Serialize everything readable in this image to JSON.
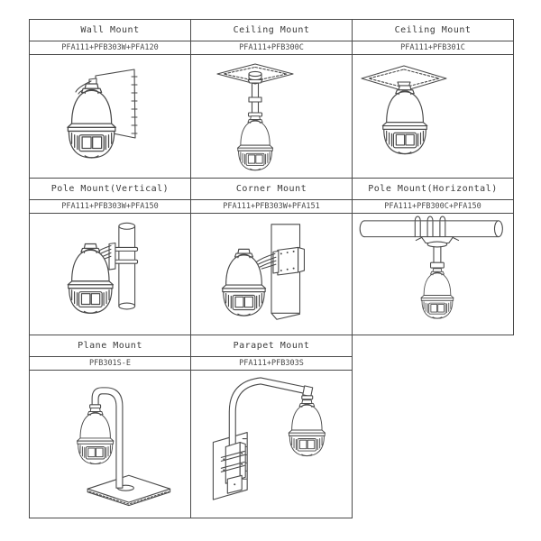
{
  "page": {
    "background": "#ffffff",
    "line_color": "#4a4a4a",
    "text_color": "#3d3d3d"
  },
  "table": {
    "cells": [
      {
        "title": "Wall Mount",
        "part": "PFA111+PFB303W+PFA120",
        "figure": "wall-mount-figure"
      },
      {
        "title": "Ceiling Mount",
        "part": "PFA111+PFB300C",
        "figure": "ceiling-mount-long-figure"
      },
      {
        "title": "Ceiling Mount",
        "part": "PFA111+PFB301C",
        "figure": "ceiling-mount-short-figure"
      },
      {
        "title": "Pole Mount(Vertical)",
        "part": "PFA111+PFB303W+PFA150",
        "figure": "pole-mount-vertical-figure"
      },
      {
        "title": "Corner Mount",
        "part": "PFA111+PFB303W+PFA151",
        "figure": "corner-mount-figure"
      },
      {
        "title": "Pole Mount(Horizontal)",
        "part": "PFA111+PFB300C+PFA150",
        "figure": "pole-mount-horizontal-figure"
      },
      {
        "title": "Plane Mount",
        "part": "PFB301S-E",
        "figure": "plane-mount-figure"
      },
      {
        "title": "Parapet Mount",
        "part": "PFA111+PFB303S",
        "figure": "parapet-mount-figure"
      }
    ]
  }
}
